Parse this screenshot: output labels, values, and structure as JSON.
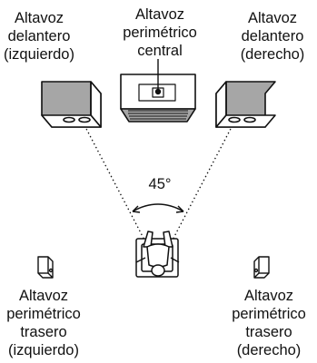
{
  "labels": {
    "front_left": [
      "Altavoz",
      "delantero",
      "(izquierdo)"
    ],
    "center": [
      "Altavoz",
      "perimétrico",
      "central"
    ],
    "front_right": [
      "Altavoz",
      "delantero",
      "(derecho)"
    ],
    "rear_left": [
      "Altavoz",
      "perimétrico",
      "trasero",
      "(izquierdo)"
    ],
    "rear_right": [
      "Altavoz",
      "perimétrico",
      "trasero",
      "(derecho)"
    ]
  },
  "angle_label": "45°",
  "colors": {
    "speaker_face": "#a6a6a6",
    "line": "#111111"
  }
}
